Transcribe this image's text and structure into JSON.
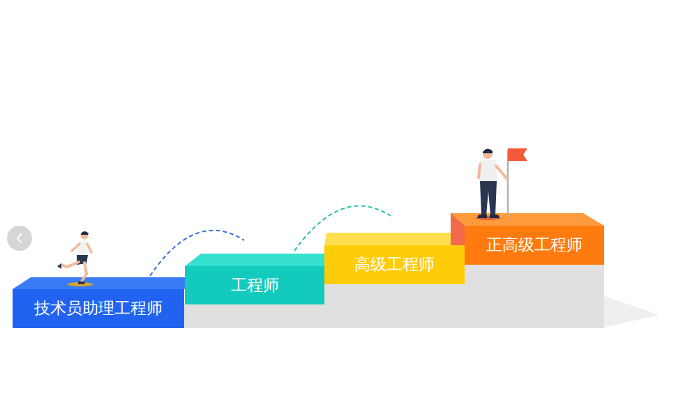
{
  "diagram": {
    "nodes": [
      {
        "text": [
          "技术员助理工程师"
        ]
      },
      {
        "text": [
          "工程师"
        ]
      },
      {
        "text": [
          "高级工程师"
        ]
      },
      {
        "text": [
          "正高级工程师"
        ]
      }
    ]
  }
}
